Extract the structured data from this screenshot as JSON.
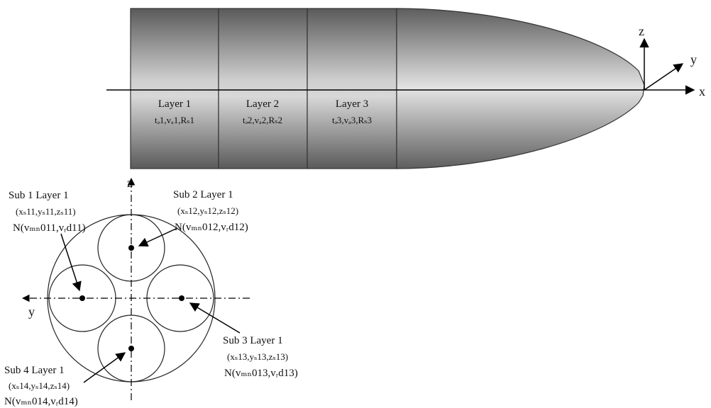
{
  "missile": {
    "layers": [
      {
        "name": "Layer 1",
        "params": "tₔ1,vₐ1,Rₛ1"
      },
      {
        "name": "Layer 2",
        "params": "tₔ2,vₐ2,Rₛ2"
      },
      {
        "name": "Layer 3",
        "params": "tₔ3,vₐ3,Rₛ3"
      }
    ],
    "axes": {
      "x": "x",
      "y": "y",
      "z": "z"
    }
  },
  "cross_section": {
    "axes": {
      "z": "z",
      "y": "y"
    },
    "subs": [
      {
        "title": "Sub 1 Layer 1",
        "coord": "(xₛ11,yₛ11,zₛ11)",
        "normal": "N(vₘₙ011,vᵣd11)"
      },
      {
        "title": "Sub 2 Layer 1",
        "coord": "(xₛ12,yₛ12,zₛ12)",
        "normal": "N(vₘₙ012,vᵣd12)"
      },
      {
        "title": "Sub 3 Layer 1",
        "coord": "(xₛ13,yₛ13,zₛ13)",
        "normal": "N(vₘₙ013,vᵣd13)"
      },
      {
        "title": "Sub 4 Layer 1",
        "coord": "(xₛ14,yₛ14,zₛ14)",
        "normal": "N(vₘₙ014,vᵣd14)"
      }
    ]
  }
}
